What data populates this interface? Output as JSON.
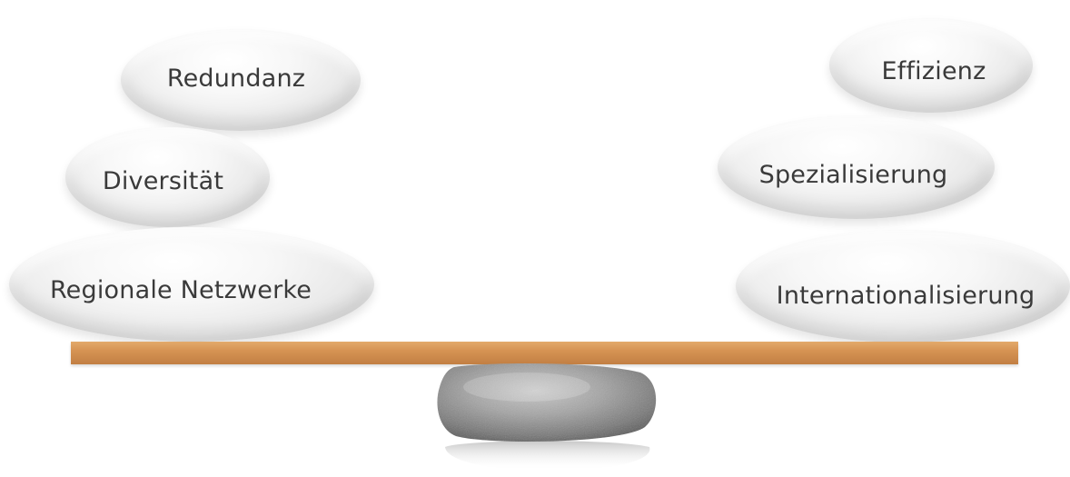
{
  "left_stones": [
    {
      "id": "redundanz",
      "label": "Redundanz"
    },
    {
      "id": "diversitaet",
      "label": "Diversität"
    },
    {
      "id": "regional",
      "label": "Regionale Netzwerke"
    }
  ],
  "right_stones": [
    {
      "id": "effizienz",
      "label": "Effizienz"
    },
    {
      "id": "spezial",
      "label": "Spezialisierung"
    },
    {
      "id": "intern",
      "label": "Internationalisierung"
    }
  ],
  "colors": {
    "plank": "#d69353",
    "fulcrum_stone": "#9a9a9a",
    "text": "#3a3a3a",
    "background": "#ffffff"
  }
}
